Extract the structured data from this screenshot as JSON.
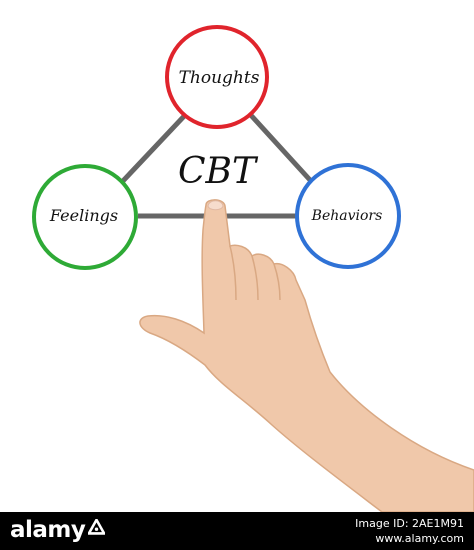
{
  "diagram": {
    "center_label": "CBT",
    "nodes": {
      "thoughts": {
        "label": "Thoughts",
        "color": "#e0242c"
      },
      "feelings": {
        "label": "Feelings",
        "color": "#2eaa36"
      },
      "behaviors": {
        "label": "Behaviors",
        "color": "#2f72d6"
      }
    },
    "connector_color": "#666666"
  },
  "footer": {
    "brand": "alamy",
    "image_id_label": "Image ID: 2AE1M91",
    "site": "www.alamy.com"
  }
}
